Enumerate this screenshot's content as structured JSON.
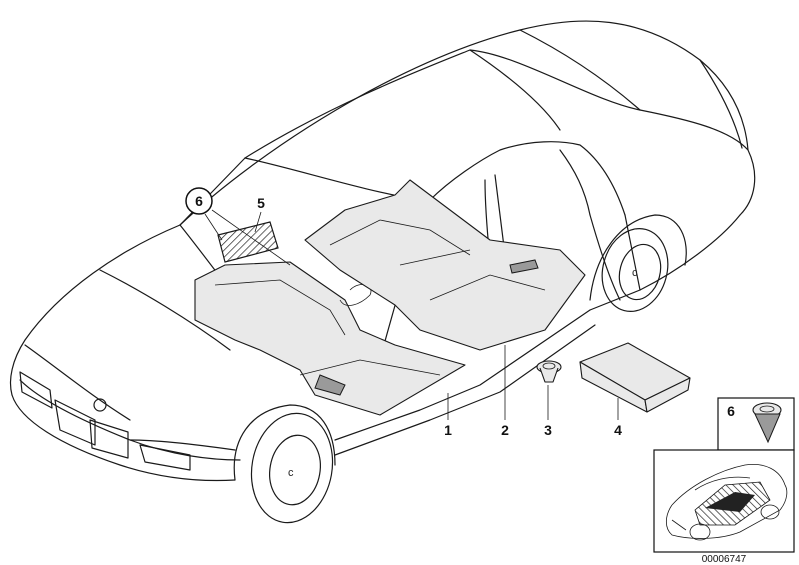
{
  "callouts": {
    "c1": "1",
    "c2": "2",
    "c3": "3",
    "c4": "4",
    "c5": "5",
    "c6": "6",
    "inset6": "6"
  },
  "drawing_code": "00006747"
}
